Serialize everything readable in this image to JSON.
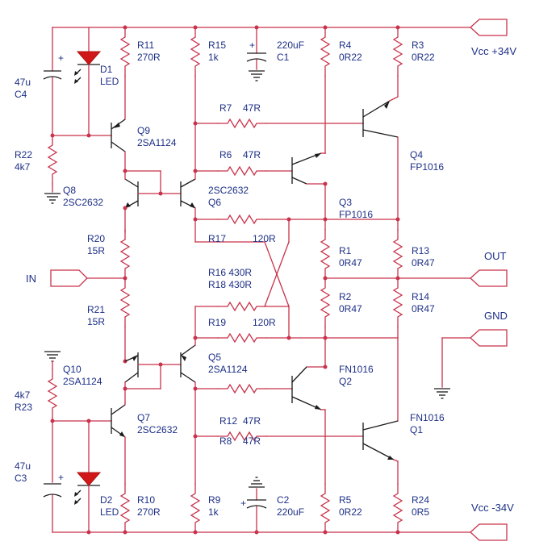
{
  "labels": {
    "r11_name": "R11",
    "r11_val": "270R",
    "r15_name": "R15",
    "r15_val": "1k",
    "c1_val": "220uF",
    "c1_name": "C1",
    "r4_name": "R4",
    "r4_val": "0R22",
    "r3_name": "R3",
    "r3_val": "0R22",
    "vcc_pos": "Vcc +34V",
    "c4_val": "47u",
    "c4_name": "C4",
    "d1_name": "D1",
    "d1_type": "LED",
    "r7": "R7",
    "r7_val": "47R",
    "q9_name": "Q9",
    "q9_type": "2SA1124",
    "q4_name": "Q4",
    "q4_type": "FP1016",
    "r22_name": "R22",
    "r22_val": "4k7",
    "r6": "R6",
    "r6_val": "47R",
    "q8_name": "Q8",
    "q8_type": "2SC2632",
    "q6_type": "2SC2632",
    "q6_name": "Q6",
    "q3_name": "Q3",
    "q3_type": "FP1016",
    "r17": "R17",
    "r17_val": "120R",
    "r20_name": "R20",
    "r20_val": "15R",
    "r1_name": "R1",
    "r1_val": "0R47",
    "r13_name": "R13",
    "r13_val": "0R47",
    "out": "OUT",
    "in": "IN",
    "r16": "R16 430R",
    "r18": "R18 430R",
    "r2_name": "R2",
    "r2_val": "0R47",
    "r14_name": "R14",
    "r14_val": "0R47",
    "gnd": "GND",
    "r21_name": "R21",
    "r21_val": "15R",
    "r19": "R19",
    "r19_val": "120R",
    "q10_name": "Q10",
    "q10_type": "2SA1124",
    "q5_name": "Q5",
    "q5_type": "2SA1124",
    "q2_name": "FN1016",
    "q2_type": "Q2",
    "r23_val": "4k7",
    "r23_name": "R23",
    "q7_name": "Q7",
    "q7_type": "2SC2632",
    "q1_type": "FN1016",
    "q1_name": "Q1",
    "r12": "R12",
    "r12_val": "47R",
    "r8": "R8",
    "r8_val": "47R",
    "c3_val": "47u",
    "c3_name": "C3",
    "d2_name": "D2",
    "d2_type": "LED",
    "r10_name": "R10",
    "r10_val": "270R",
    "r9_name": "R9",
    "r9_val": "1k",
    "c2_name": "C2",
    "c2_val": "220uF",
    "r5_name": "R5",
    "r5_val": "0R22",
    "r24_name": "R24",
    "r24_val": "0R5",
    "vcc_neg": "Vcc -34V"
  }
}
